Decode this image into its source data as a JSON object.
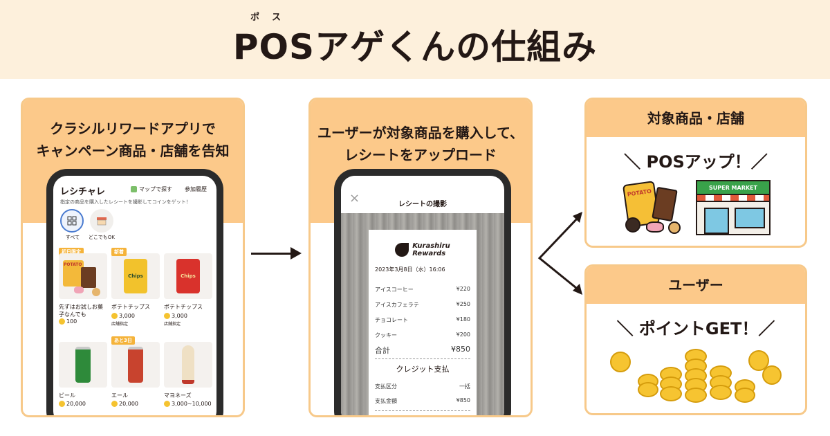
{
  "header": {
    "ruby": "ポス",
    "title": "POSアゲくんの仕組み"
  },
  "step1": {
    "title_line1": "クラシルリワードアプリで",
    "title_line2": "キャンペーン商品・店舗を告知",
    "app": {
      "title": "レシチャレ",
      "map_button": "マップで探す",
      "history_button": "参加履歴",
      "subtitle": "指定の商品を購入したレシートを撮影してコインをゲット！",
      "filters": [
        {
          "label": "すべて",
          "icon": "grid-icon"
        },
        {
          "label": "どこでもOK",
          "icon": "store-icon"
        }
      ],
      "products": [
        {
          "badge": "初日限定",
          "name": "先ずはお試しお菓子なんでも",
          "coins": "100",
          "store": ""
        },
        {
          "badge": "新着",
          "name": "ポテトチップス",
          "coins": "3,000",
          "store": "店舗指定"
        },
        {
          "badge": "",
          "name": "ポテトチップス",
          "coins": "3,000",
          "store": "店舗指定"
        },
        {
          "badge": "",
          "name": "ビール",
          "coins": "20,000",
          "store": ""
        },
        {
          "badge": "あと3日",
          "name": "エール",
          "coins": "20,000",
          "store": ""
        },
        {
          "badge": "",
          "name": "マヨネーズ",
          "coins": "3,000~10,000",
          "store": ""
        }
      ],
      "chips_label": "Chips",
      "potato_label": "POTATO"
    }
  },
  "step2": {
    "title_line1": "ユーザーが対象商品を購入して、",
    "title_line2": "レシートをアップロード",
    "screen_title": "レシートの撮影",
    "close": "×",
    "receipt": {
      "brand_line1": "Kurashiru",
      "brand_line2": "Rewards",
      "date": "2023年3月8日（水）16:06",
      "items": [
        {
          "name": "アイスコーヒー",
          "price": "¥220"
        },
        {
          "name": "アイスカフェラテ",
          "price": "¥250"
        },
        {
          "name": "チョコレート",
          "price": "¥180"
        },
        {
          "name": "クッキー",
          "price": "¥200"
        }
      ],
      "total_label": "合計",
      "total_value": "¥850",
      "payment": "クレジット支払",
      "rows": [
        {
          "name": "支払区分",
          "value": "一括"
        },
        {
          "name": "支払金額",
          "value": "¥850"
        }
      ]
    }
  },
  "right_top": {
    "title": "対象商品・店舗",
    "callout": "＼ POSアップ！／",
    "store_sign": "SUPER MARKET",
    "potato_label": "POTATO"
  },
  "right_bottom": {
    "title": "ユーザー",
    "callout": "＼ ポイントGET！／"
  },
  "colors": {
    "accent": "#fcc98a",
    "border": "#f7c98a",
    "header_bg": "#fdf0dc",
    "coin": "#f6c431",
    "text": "#231815"
  }
}
